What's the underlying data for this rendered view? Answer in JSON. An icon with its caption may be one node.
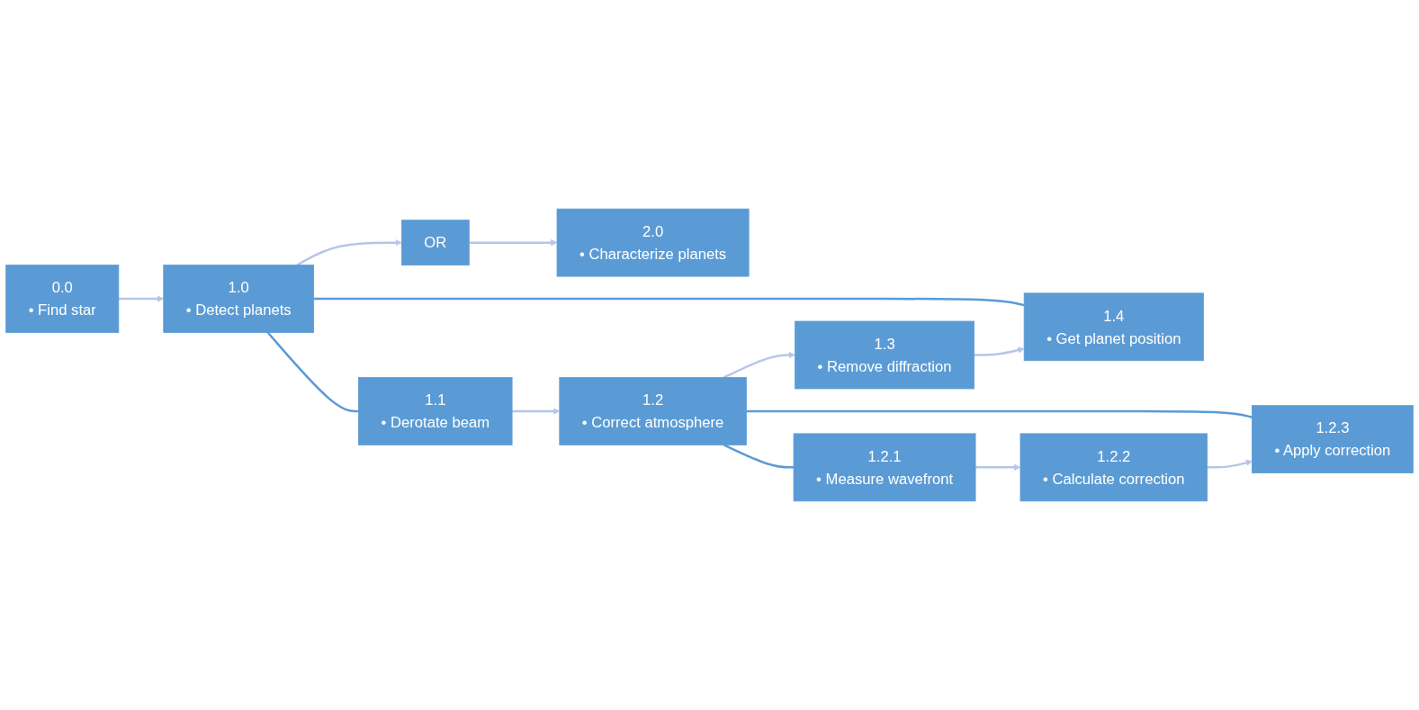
{
  "diagram": {
    "nodes": [
      {
        "text": [
          "0.0",
          "• Find star"
        ]
      },
      {
        "text": [
          "1.0",
          "• Detect planets"
        ]
      },
      {
        "text": [
          "OR"
        ]
      },
      {
        "text": [
          "2.0",
          "• Characterize planets"
        ]
      },
      {
        "text": [
          "1.1",
          "• Derotate beam"
        ]
      },
      {
        "text": [
          "1.2",
          "• Correct atmosphere"
        ]
      },
      {
        "text": [
          "1.3",
          "• Remove diffraction"
        ]
      },
      {
        "text": [
          "1.4",
          "• Get planet position"
        ]
      },
      {
        "text": [
          "1.2.1",
          "• Measure wavefront"
        ]
      },
      {
        "text": [
          "1.2.2",
          "• Calculate correction"
        ]
      },
      {
        "text": [
          "1.2.3",
          "• Apply correction"
        ]
      }
    ],
    "edges": [
      {
        "from": 0,
        "to": 1,
        "arrow": "to"
      },
      {
        "from": 1,
        "to": 2,
        "arrow": "to"
      },
      {
        "from": 2,
        "to": 3,
        "arrow": "to"
      },
      {
        "from": 1,
        "to": 4,
        "arrow": "none",
        "color": "#5b9bd5"
      },
      {
        "from": 1,
        "to": 7,
        "arrow": "none",
        "color": "#5b9bd5"
      },
      {
        "from": 4,
        "to": 5,
        "arrow": "to"
      },
      {
        "from": 5,
        "to": 6,
        "arrow": "to"
      },
      {
        "from": 6,
        "to": 7,
        "arrow": "to"
      },
      {
        "from": 5,
        "to": 8,
        "arrow": "none",
        "color": "#5b9bd5"
      },
      {
        "from": 5,
        "to": 10,
        "arrow": "none",
        "color": "#5b9bd5"
      },
      {
        "from": 8,
        "to": 9,
        "arrow": "to"
      },
      {
        "from": 9,
        "to": 10,
        "arrow": "to"
      }
    ]
  }
}
